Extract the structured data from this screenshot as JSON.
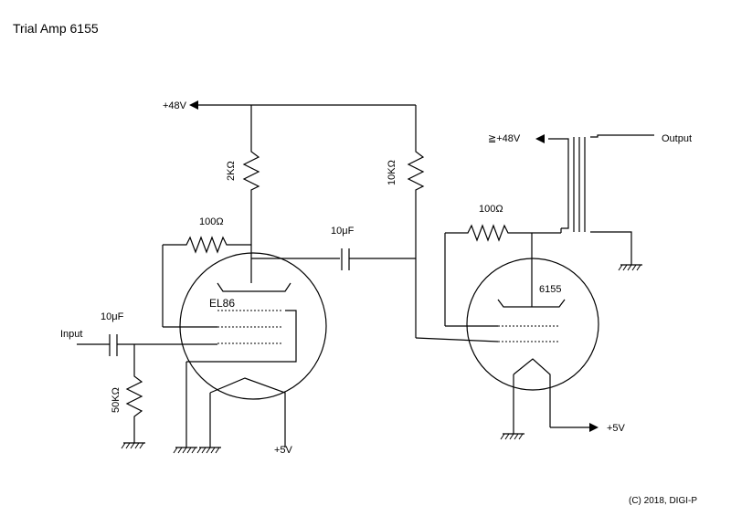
{
  "title": "Trial Amp 6155",
  "copyright": "(C) 2018, DIGI-P",
  "supply_top": "+48V",
  "supply_transformer": "≧+48V",
  "output_label": "Output",
  "input_label": "Input",
  "r_plate_el86": "2KΩ",
  "r_plate_6155": "10KΩ",
  "r_feedback_el86": "100Ω",
  "r_feedback_6155": "100Ω",
  "c_input": "10μF",
  "c_coupling": "10μF",
  "r_grid": "50KΩ",
  "tube1": "EL86",
  "tube2": "6155",
  "heater_el86": "+5V",
  "heater_6155": "+5V"
}
